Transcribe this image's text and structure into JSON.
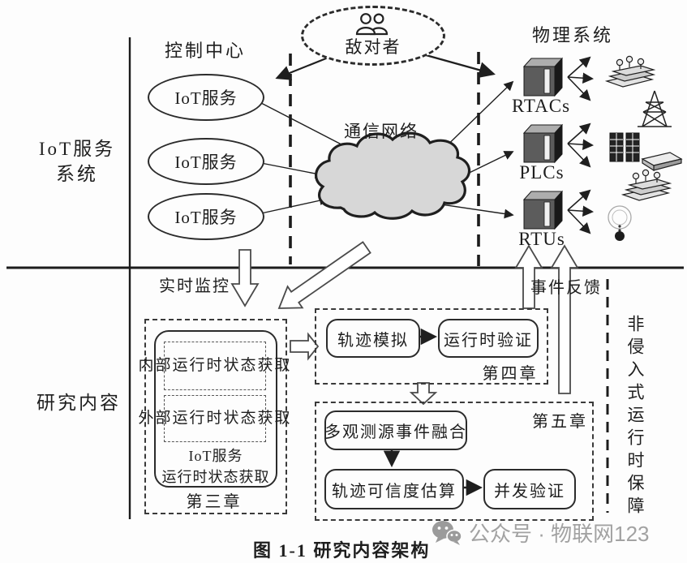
{
  "top": {
    "left_system_line1": "IoT服务",
    "left_system_line2": "系统",
    "control_center": "控制中心",
    "adversary": "敌对者",
    "physical_system": "物理系统",
    "iot_services": [
      "IoT服务",
      "IoT服务",
      "IoT服务"
    ],
    "network": "通信网络",
    "devices": [
      {
        "label": "RTACs"
      },
      {
        "label": "PLCs"
      },
      {
        "label": "RTUs"
      }
    ]
  },
  "middle": {
    "realtime_monitoring": "实时监控",
    "event_feedback": "事件反馈"
  },
  "bottom": {
    "research_label": "研究内容",
    "chapter3": {
      "box1": "内部运行时状态获取",
      "box2": "外部运行时状态获取",
      "summary_line1": "IoT服务",
      "summary_line2": "运行时状态获取",
      "chapter_label": "第三章"
    },
    "chapter4": {
      "box1": "轨迹模拟",
      "box2": "运行时验证",
      "chapter_label": "第四章"
    },
    "chapter5": {
      "chapter_label": "第五章",
      "box1": "多观测源事件融合",
      "box2": "轨迹可信度估算",
      "box3": "并发验证"
    },
    "noninvasive": "非侵入式运行时保障"
  },
  "caption": {
    "text": "图 1-1 研究内容架构"
  },
  "watermark": {
    "text": "公众号 · 物联网123"
  },
  "colors": {
    "ink": "#1f1f1f",
    "cloud_fill": "#d7d7d7",
    "watermark": "#a2a2a2"
  }
}
